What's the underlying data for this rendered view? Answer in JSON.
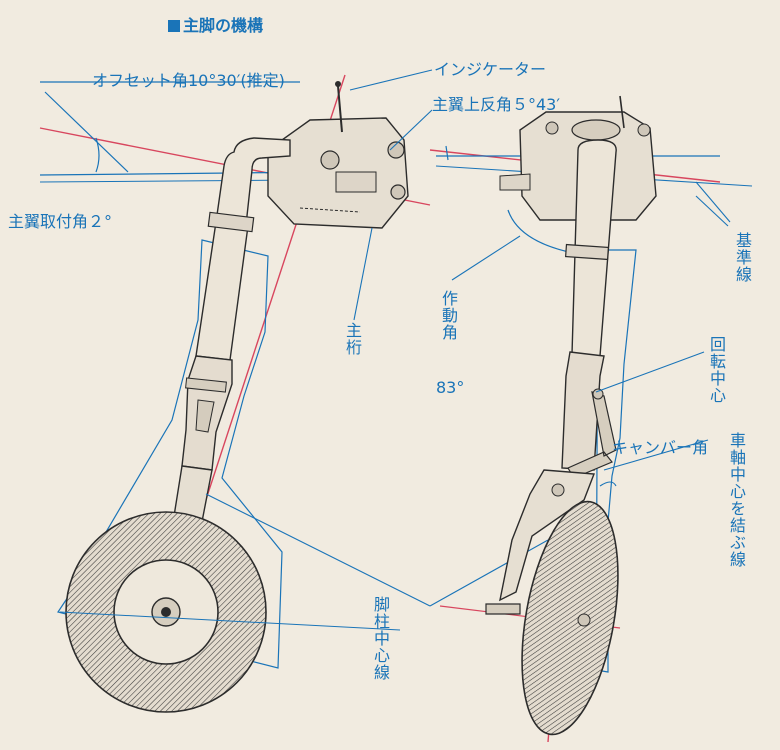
{
  "title": "主脚の機構",
  "colors": {
    "blue": "#1a74b8",
    "red": "#d8465e",
    "ink": "#2c2c2c",
    "paper": "#f1ebe0"
  },
  "labels": {
    "offset_angle": "オフセット角10°30′(推定)",
    "indicator": "インジケーター",
    "dihedral": "主翼上反角５°43′",
    "incidence": "主翼取付角２°",
    "reference_line": "基準線",
    "main_spar": "主桁",
    "actuation_angle_word": "作動角",
    "actuation_angle_value": "83°",
    "pivot_center": "回転中心",
    "axle_center_line": "車軸中心を結ぶ線",
    "camber_angle": "キャンバー角",
    "strut_center_line": "脚柱中心線"
  }
}
